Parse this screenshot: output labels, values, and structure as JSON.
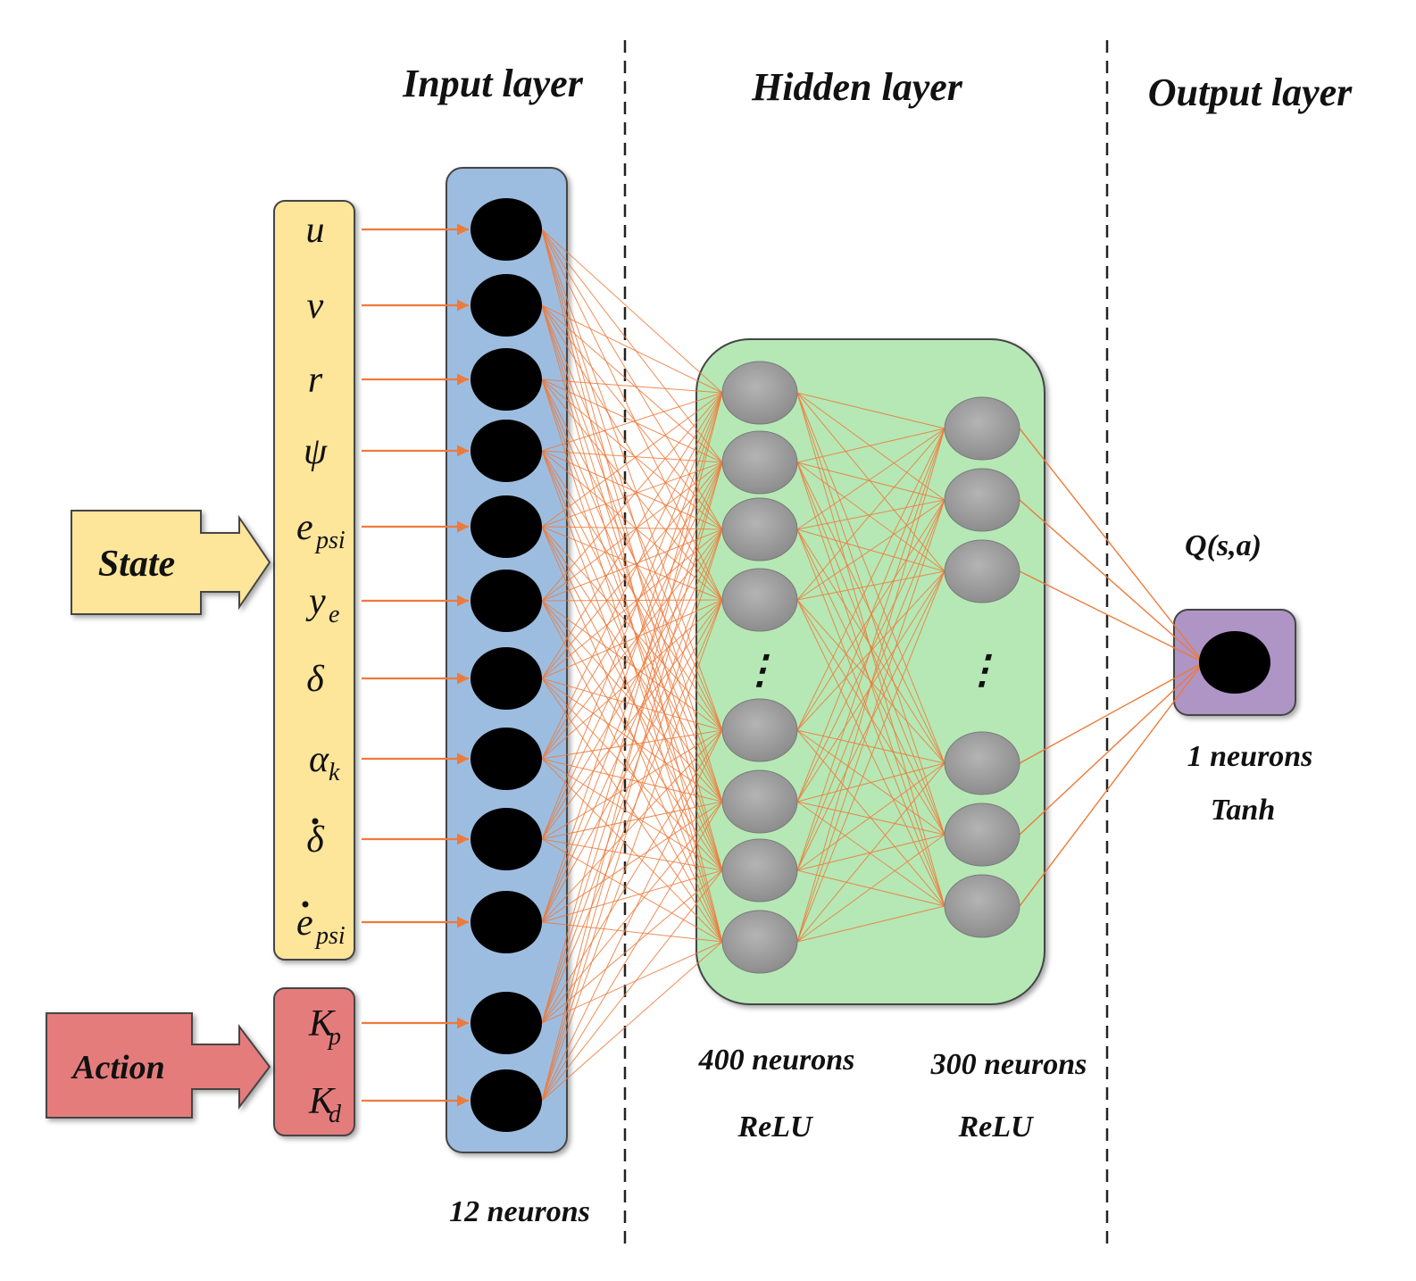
{
  "headings": {
    "input": "Input layer",
    "hidden": "Hidden layer",
    "output": "Output layer"
  },
  "boxes": {
    "state": "State",
    "action": "Action"
  },
  "state_inputs": [
    {
      "base": "u",
      "sub": "",
      "dot": false
    },
    {
      "base": "v",
      "sub": "",
      "dot": false
    },
    {
      "base": "r",
      "sub": "",
      "dot": false
    },
    {
      "base": "ψ",
      "sub": "",
      "dot": false
    },
    {
      "base": "e",
      "sub": "psi",
      "dot": false
    },
    {
      "base": "y",
      "sub": "e",
      "dot": false
    },
    {
      "base": "δ",
      "sub": "",
      "dot": false
    },
    {
      "base": "α",
      "sub": "k",
      "dot": false
    },
    {
      "base": "δ",
      "sub": "",
      "dot": true
    },
    {
      "base": "e",
      "sub": "psi",
      "dot": true
    }
  ],
  "action_inputs": [
    {
      "base": "K",
      "sub": "p",
      "dot": false
    },
    {
      "base": "K",
      "sub": "d",
      "dot": false
    }
  ],
  "layers": {
    "input": {
      "count_label": "12 neurons"
    },
    "hidden1": {
      "count_label": "400 neurons",
      "activation": "ReLU"
    },
    "hidden2": {
      "count_label": "300 neurons",
      "activation": "ReLU"
    },
    "output": {
      "count_label": "1 neurons",
      "activation": "Tanh",
      "value_label": "Q(s,a)"
    }
  },
  "ellipsis": "⋮",
  "colors": {
    "state": "#fde59a",
    "action": "#e57b7b",
    "input_panel": "#9dbde0",
    "hidden_panel": "#b5e8b5",
    "output_box": "#ae95c6",
    "hidden_neuron": "#9a9a9a",
    "input_neuron": "#000000",
    "edge": "#ee7a3a"
  }
}
